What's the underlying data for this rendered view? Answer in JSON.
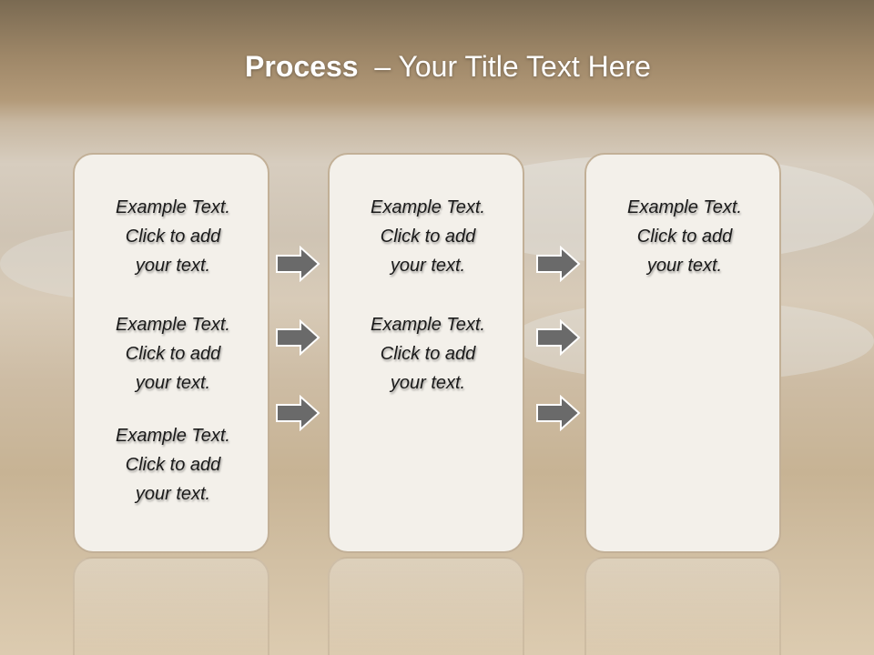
{
  "slide": {
    "title_bold": "Process",
    "title_rest": "– Your Title Text Here"
  },
  "columns": [
    {
      "items": [
        [
          "Example Text.",
          "Click  to add",
          "your text."
        ],
        [
          "Example Text.",
          "Click  to add",
          "your text."
        ],
        [
          "Example Text.",
          "Click  to add",
          "your text."
        ]
      ]
    },
    {
      "items": [
        [
          "Example Text.",
          "Click  to add",
          "your text."
        ],
        [
          "Example Text.",
          "Click  to add",
          "your text."
        ]
      ]
    },
    {
      "items": [
        [
          "Example Text.",
          "Click  to add",
          "your text."
        ]
      ]
    }
  ],
  "colors": {
    "card_fill": "#f3f0ea",
    "card_border": "#c2b097",
    "arrow_fill": "#6a6a6a",
    "title": "#ffffff"
  },
  "icons": [
    "right-arrow-icon"
  ]
}
